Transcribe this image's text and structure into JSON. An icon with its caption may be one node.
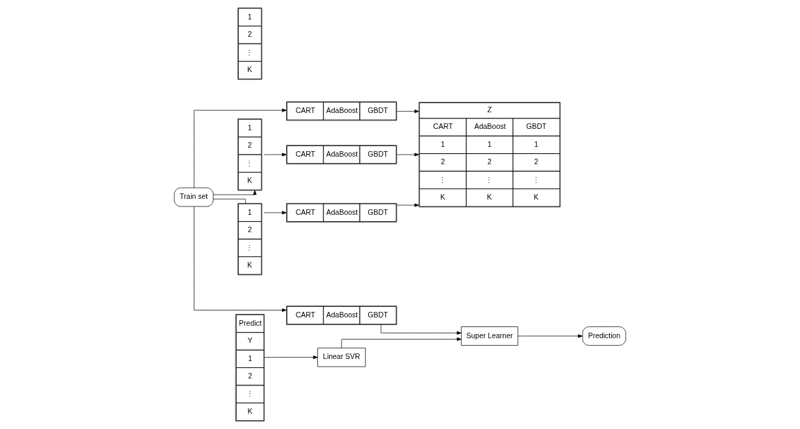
{
  "diagram": {
    "nodes": [
      {
        "text": [
          "Train set"
        ]
      },
      {
        "text": [
          "1",
          "2",
          "⋮",
          "K"
        ]
      },
      {
        "text": [
          "CART",
          "AdaBoost",
          "GBDT"
        ]
      },
      {
        "text": [
          "1",
          "2",
          "⋮",
          "K"
        ]
      },
      {
        "text": [
          "CART",
          "AdaBoost",
          "GBDT"
        ]
      },
      {
        "text": [
          "1",
          "2",
          "⋮",
          "K"
        ]
      },
      {
        "text": [
          "CART",
          "AdaBoost",
          "GBDT"
        ]
      },
      {
        "text": [
          "CART",
          "AdaBoost",
          "GBDT"
        ]
      },
      {
        "text": [
          "Z",
          "CART",
          "AdaBoost",
          "GBDT",
          "1",
          "1",
          "1",
          "2",
          "2",
          "2",
          "⋮",
          "⋮",
          "⋮",
          "K",
          "K",
          "K"
        ]
      },
      {
        "text": [
          "Predict",
          "Y",
          "1",
          "2",
          "⋮",
          "K"
        ]
      },
      {
        "text": [
          "Linear SVR"
        ]
      },
      {
        "text": [
          "Super Learner"
        ]
      },
      {
        "text": [
          "Prediction"
        ]
      }
    ],
    "edges": [
      {
        "from": 0,
        "to": 2,
        "arrow": "to"
      },
      {
        "from": 0,
        "to": 3,
        "arrow": "to"
      },
      {
        "from": 0,
        "to": 5,
        "arrow": "none"
      },
      {
        "from": 3,
        "to": 4,
        "arrow": "to"
      },
      {
        "from": 5,
        "to": 6,
        "arrow": "to"
      },
      {
        "from": 2,
        "to": 8,
        "arrow": "to"
      },
      {
        "from": 4,
        "to": 8,
        "arrow": "to"
      },
      {
        "from": 6,
        "to": 8,
        "arrow": "to"
      },
      {
        "from": 9,
        "to": 10,
        "arrow": "to"
      },
      {
        "from": 10,
        "to": 11,
        "arrow": "to"
      },
      {
        "from": 0,
        "to": 7,
        "arrow": "to"
      },
      {
        "from": 7,
        "to": 11,
        "arrow": "to"
      },
      {
        "from": 11,
        "to": 12,
        "arrow": "to"
      }
    ]
  }
}
